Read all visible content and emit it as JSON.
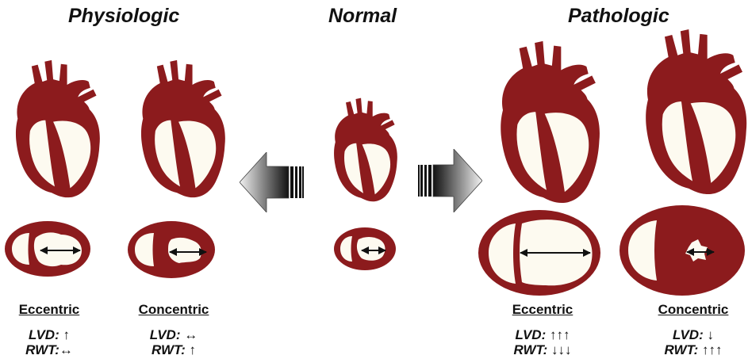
{
  "headings": {
    "physiologic": "Physiologic",
    "normal": "Normal",
    "pathologic": "Pathologic"
  },
  "colors": {
    "muscle": "#8c1b1d",
    "cavity": "#fdfaf0",
    "text": "#111111"
  },
  "panels": [
    {
      "id": "phys-ecc",
      "type": "Eccentric",
      "lvd_label": "LVD:",
      "lvd_sym": "↑",
      "rwt_label": "RWT:",
      "rwt_sym": "↔"
    },
    {
      "id": "phys-con",
      "type": "Concentric",
      "lvd_label": "LVD:",
      "lvd_sym": "↔",
      "rwt_label": "RWT:",
      "rwt_sym": "↑"
    },
    {
      "id": "path-ecc",
      "type": "Eccentric",
      "lvd_label": "LVD:",
      "lvd_sym": "↑↑↑",
      "rwt_label": "RWT:",
      "rwt_sym": "↓↓↓"
    },
    {
      "id": "path-con",
      "type": "Concentric",
      "lvd_label": "LVD:",
      "lvd_sym": "↓",
      "rwt_label": "RWT:",
      "rwt_sym": "↑↑↑"
    }
  ],
  "arrows": [
    {
      "direction": "left"
    },
    {
      "direction": "right"
    }
  ]
}
